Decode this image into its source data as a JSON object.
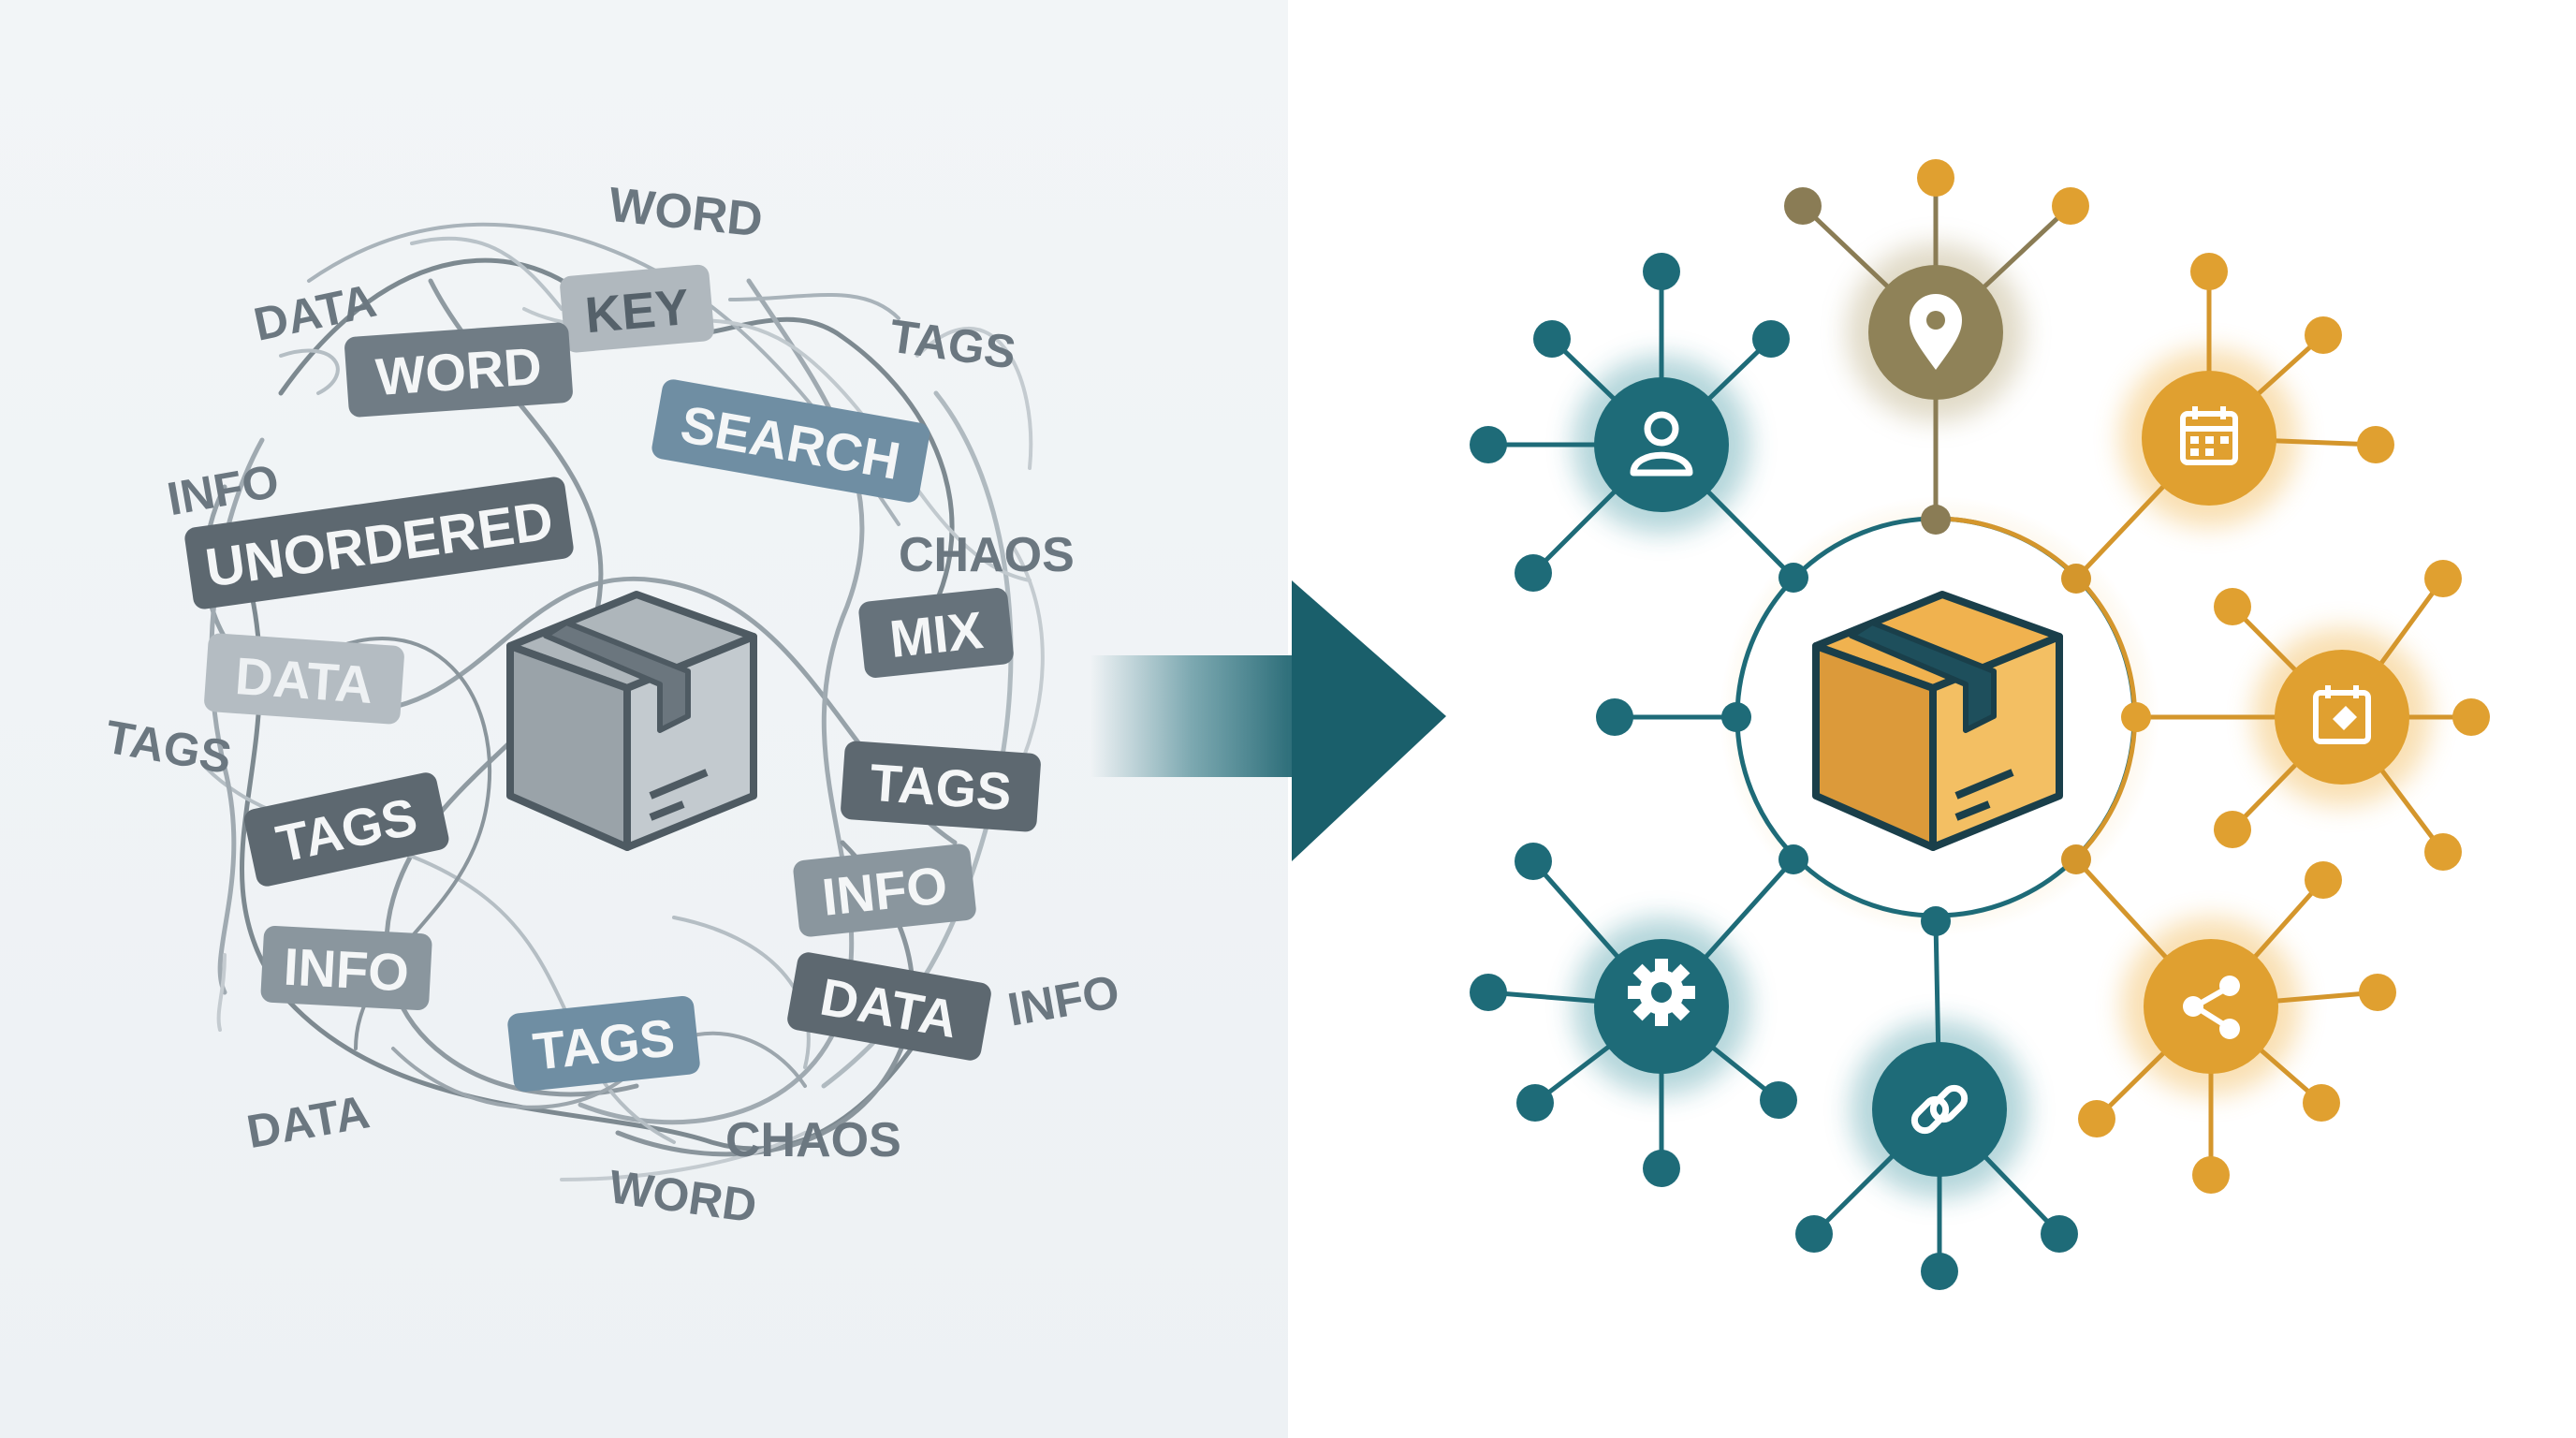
{
  "left": {
    "loose_words": [
      {
        "text": "WORD"
      },
      {
        "text": "DATA"
      },
      {
        "text": "TAGS"
      },
      {
        "text": "INFO"
      },
      {
        "text": "CHAOS"
      },
      {
        "text": "TAGS"
      },
      {
        "text": "INFO"
      },
      {
        "text": "DATA"
      },
      {
        "text": "CHAOS"
      },
      {
        "text": "WORD"
      }
    ],
    "tags": [
      {
        "text": "KEY"
      },
      {
        "text": "WORD"
      },
      {
        "text": "SEARCH"
      },
      {
        "text": "UNORDERED"
      },
      {
        "text": "DATA"
      },
      {
        "text": "MIX"
      },
      {
        "text": "TAGS"
      },
      {
        "text": "TAGS"
      },
      {
        "text": "INFO"
      },
      {
        "text": "INFO"
      },
      {
        "text": "DATA"
      },
      {
        "text": "TAGS"
      }
    ],
    "center_icon": "box-icon"
  },
  "arrow": {
    "icon": "arrow-right-icon"
  },
  "right": {
    "center_icon": "box-icon",
    "hubs": [
      {
        "icon": "user-icon",
        "color": "#1e6b78"
      },
      {
        "icon": "location-pin-icon",
        "color": "#9a8a5a"
      },
      {
        "icon": "calendar-icon",
        "color": "#e0a030"
      },
      {
        "icon": "calendar-tag-icon",
        "color": "#e0a030"
      },
      {
        "icon": "share-icon",
        "color": "#e0a030"
      },
      {
        "icon": "link-icon",
        "color": "#1e6b78"
      },
      {
        "icon": "gear-icon",
        "color": "#1e6b78"
      }
    ]
  },
  "colors": {
    "teal": "#1e6b78",
    "amber": "#e0a030",
    "gray_dark": "#6b7780",
    "gray_light": "#a9b3ba",
    "blue_gray": "#6f8ea3"
  }
}
